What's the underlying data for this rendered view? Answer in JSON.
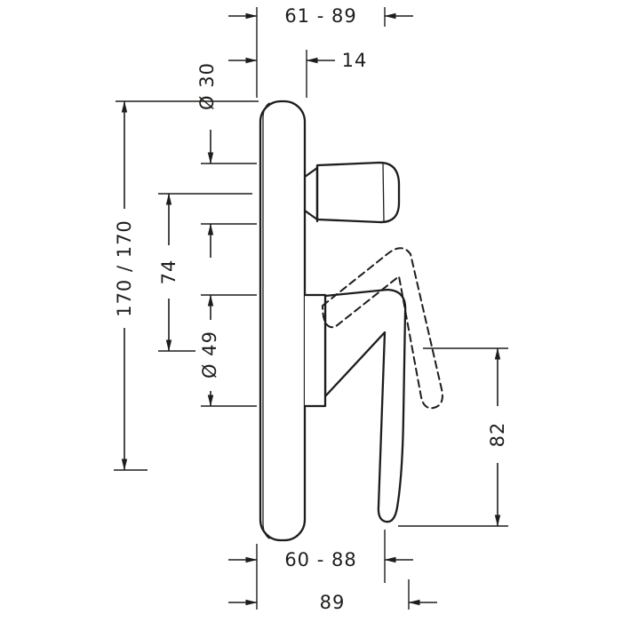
{
  "page": {
    "background": "#ffffff",
    "line_color": "#1d1d1b"
  },
  "drawing": {
    "description": "technical dimension drawing of a concealed single-lever bath mixer (trim plate, round handle, lever with dashed alternate position)",
    "labels": {
      "top_span": "61 - 89",
      "top_depth": "14",
      "handle_diameter": "Ø 30",
      "plate_height": "170 / 170",
      "axis_spacing": "74",
      "connector_diameter": "Ø 49",
      "lever_projection": "82",
      "bottom_span": "60 - 88",
      "bottom_total": "89"
    }
  }
}
